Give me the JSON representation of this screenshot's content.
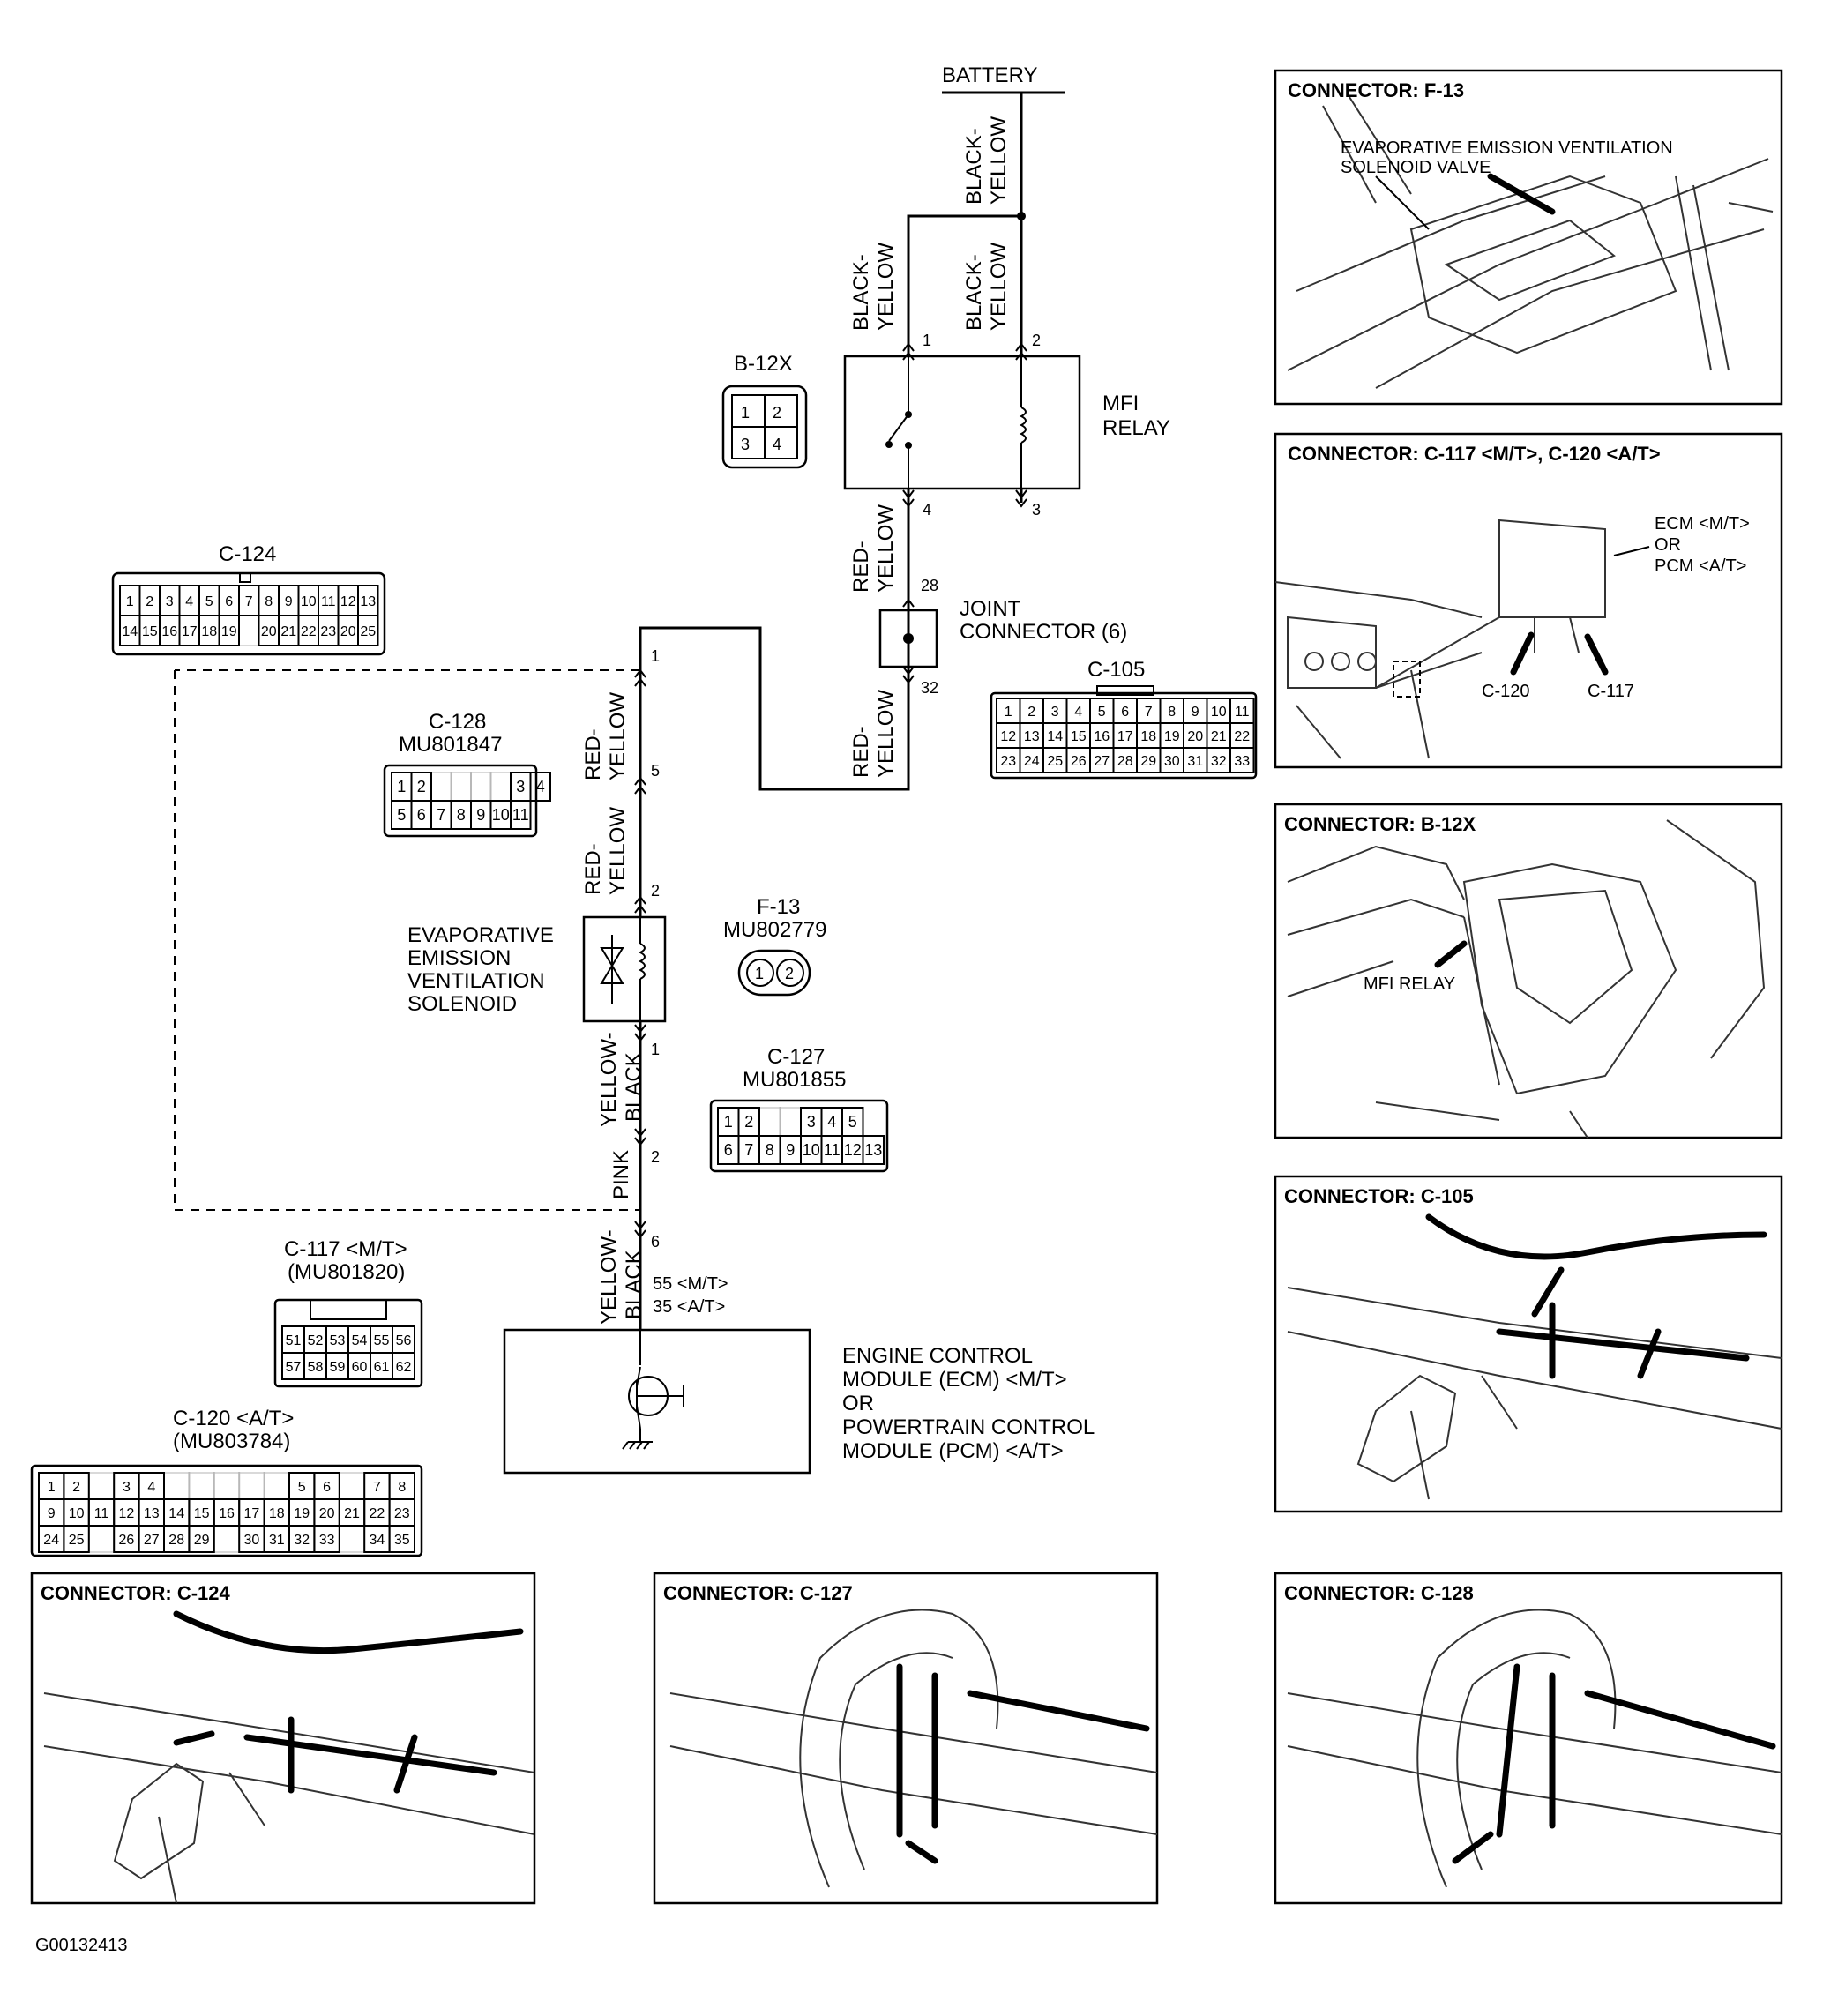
{
  "battery": {
    "label": "BATTERY"
  },
  "relay": {
    "name_line1": "MFI",
    "name_line2": "RELAY",
    "pin1": "1",
    "pin2": "2",
    "pin3": "3",
    "pin4": "4"
  },
  "joint": {
    "line1": "JOINT",
    "line2": "CONNECTOR (6)",
    "pin_top": "28",
    "pin_bottom": "32"
  },
  "solenoid": {
    "line1": "EVAPORATIVE",
    "line2": "EMISSION",
    "line3": "VENTILATION",
    "line4": "SOLENOID",
    "pin_top": "2",
    "pin_bottom": "1"
  },
  "ecm": {
    "line1": "ENGINE CONTROL",
    "line2": "MODULE (ECM) <M/T>",
    "line3": "OR",
    "line4": "POWERTRAIN CONTROL",
    "line5": "MODULE (PCM) <A/T>",
    "pin_mt": "55 <M/T>",
    "pin_at": "35 <A/T>"
  },
  "wires": {
    "black_yellow_a1": "BLACK-",
    "black_yellow_a2": "YELLOW",
    "black_yellow_b1": "BLACK-",
    "black_yellow_b2": "YELLOW",
    "black_yellow_c1": "BLACK-",
    "black_yellow_c2": "YELLOW",
    "red_yellow_a1": "RED-",
    "red_yellow_a2": "YELLOW",
    "red_yellow_b1": "RED-",
    "red_yellow_b2": "YELLOW",
    "red_yellow_c1": "RED-",
    "red_yellow_c2": "YELLOW",
    "red_yellow_d1": "RED-",
    "red_yellow_d2": "YELLOW",
    "yellow_black_a1": "YELLOW-",
    "yellow_black_a2": "BLACK",
    "yellow_black_b1": "YELLOW-",
    "yellow_black_b2": "BLACK",
    "pink": "PINK"
  },
  "pins": {
    "p1": "1",
    "p5": "5",
    "p1b": "1",
    "p2": "2",
    "p6": "6"
  },
  "connectors": {
    "b12x": {
      "name": "B-12X",
      "pins": [
        "1",
        "2",
        "3",
        "4"
      ]
    },
    "c124": {
      "name": "C-124",
      "row1": [
        "1",
        "2",
        "3",
        "4",
        "5",
        "6",
        "7",
        "8",
        "9",
        "10",
        "11",
        "12",
        "13"
      ],
      "row2": [
        "14",
        "15",
        "16",
        "17",
        "18",
        "19",
        "",
        "20",
        "21",
        "22",
        "23",
        "20",
        "25"
      ]
    },
    "c128": {
      "name": "C-128",
      "part": "MU801847",
      "row1": [
        "1",
        "2",
        "",
        "",
        "",
        "",
        "3",
        "4"
      ],
      "row2": [
        "5",
        "6",
        "7",
        "8",
        "9",
        "10",
        "11"
      ]
    },
    "c105": {
      "name": "C-105",
      "row1": [
        "1",
        "2",
        "3",
        "4",
        "5",
        "6",
        "7",
        "8",
        "9",
        "10",
        "11"
      ],
      "row2": [
        "12",
        "13",
        "14",
        "15",
        "16",
        "17",
        "18",
        "19",
        "20",
        "21",
        "22"
      ],
      "row3": [
        "23",
        "24",
        "25",
        "26",
        "27",
        "28",
        "29",
        "30",
        "31",
        "32",
        "33"
      ]
    },
    "f13": {
      "name": "F-13",
      "part": "MU802779",
      "pins": [
        "1",
        "2"
      ]
    },
    "c127": {
      "name": "C-127",
      "part": "MU801855",
      "row1": [
        "1",
        "2",
        "",
        "",
        "3",
        "4",
        "5"
      ],
      "row2": [
        "6",
        "7",
        "8",
        "9",
        "10",
        "11",
        "12",
        "13"
      ]
    },
    "c117": {
      "name": "C-117 <M/T>",
      "part": "(MU801820)",
      "row1": [
        "51",
        "52",
        "53",
        "54",
        "55",
        "56"
      ],
      "row2": [
        "57",
        "58",
        "59",
        "60",
        "61",
        "62"
      ]
    },
    "c120": {
      "name": "C-120 <A/T>",
      "part": "(MU803784)",
      "row1": [
        "1",
        "2",
        "",
        "3",
        "4",
        "",
        "",
        "",
        "",
        "",
        "5",
        "6",
        "",
        "7",
        "8"
      ],
      "row2": [
        "9",
        "10",
        "11",
        "12",
        "13",
        "14",
        "15",
        "16",
        "17",
        "18",
        "19",
        "20",
        "21",
        "22",
        "23"
      ],
      "row3": [
        "24",
        "25",
        "",
        "26",
        "27",
        "28",
        "29",
        "",
        "30",
        "31",
        "32",
        "33",
        "",
        "34",
        "35"
      ]
    }
  },
  "views": {
    "f13": {
      "title": "CONNECTOR: F-13",
      "callout1": "EVAPORATIVE EMISSION VENTILATION",
      "callout2": "SOLENOID VALVE"
    },
    "c117": {
      "title": "CONNECTOR: C-117 <M/T>, C-120 <A/T>",
      "ecm1": "ECM <M/T>",
      "ecm2": "OR",
      "ecm3": "PCM <A/T>",
      "lab120": "C-120",
      "lab117": "C-117"
    },
    "b12x": {
      "title": "CONNECTOR: B-12X",
      "callout": "MFI RELAY"
    },
    "c105": {
      "title": "CONNECTOR: C-105"
    },
    "c124": {
      "title": "CONNECTOR: C-124"
    },
    "c127": {
      "title": "CONNECTOR: C-127"
    },
    "c128": {
      "title": "CONNECTOR: C-128"
    }
  },
  "figure_id": "G00132413"
}
